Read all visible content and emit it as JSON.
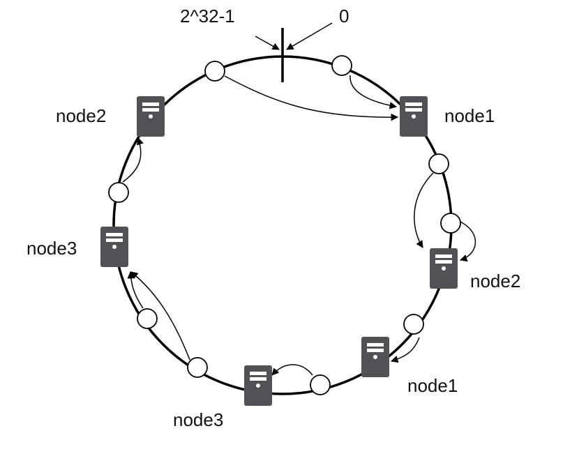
{
  "diagram": {
    "title": "Consistent hashing ring with virtual nodes",
    "ring_start_label": "0",
    "ring_end_label": "2^32-1",
    "colors": {
      "server": "#525256",
      "server_detail": "#ffffff",
      "ring": "#000000",
      "key_fill": "#ffffff",
      "text": "#111111"
    },
    "servers": [
      {
        "id": "s1",
        "label": "node1",
        "angle_deg": 48
      },
      {
        "id": "s2",
        "label": "node2",
        "angle_deg": 105
      },
      {
        "id": "s3",
        "label": "node1",
        "angle_deg": 146
      },
      {
        "id": "s4",
        "label": "node3",
        "angle_deg": 187
      },
      {
        "id": "s5",
        "label": "node3",
        "angle_deg": 262
      },
      {
        "id": "s6",
        "label": "node2",
        "angle_deg": 310
      }
    ],
    "keys": [
      {
        "id": "k1",
        "angle_deg": 21,
        "maps_to": "s1"
      },
      {
        "id": "k2",
        "angle_deg": 335,
        "maps_to": "s1"
      },
      {
        "id": "k3",
        "angle_deg": 63,
        "maps_to": "s2"
      },
      {
        "id": "k4",
        "angle_deg": 84,
        "maps_to": "s2"
      },
      {
        "id": "k5",
        "angle_deg": 128,
        "maps_to": "s3"
      },
      {
        "id": "k6",
        "angle_deg": 168,
        "maps_to": "s4"
      },
      {
        "id": "k7",
        "angle_deg": 211,
        "maps_to": "s5"
      },
      {
        "id": "k8",
        "angle_deg": 232,
        "maps_to": "s5"
      },
      {
        "id": "k9",
        "angle_deg": 289,
        "maps_to": "s6"
      }
    ]
  }
}
